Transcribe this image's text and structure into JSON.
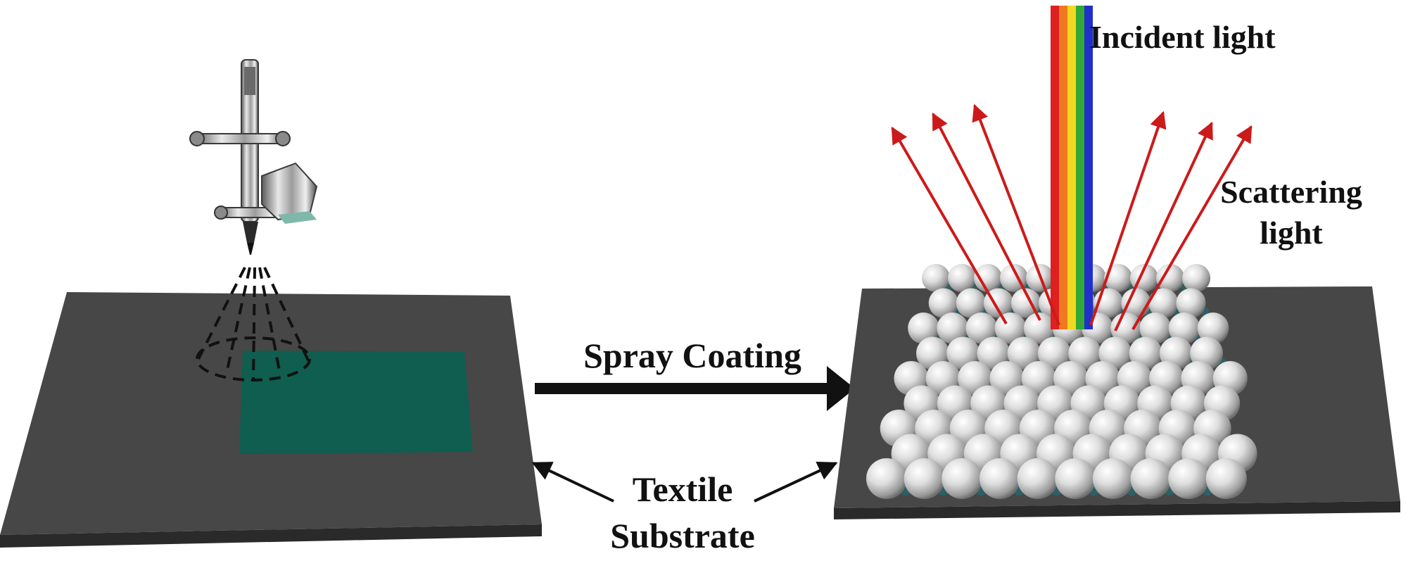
{
  "labels": {
    "incident_light": "Incident light",
    "scattering_light_line1": "Scattering",
    "scattering_light_line2": "light",
    "spray_coating": "Spray Coating",
    "textile_line1": "Textile",
    "textile_line2": "Substrate"
  },
  "colors": {
    "background": "#ffffff",
    "substrate_top": "#474747",
    "substrate_side": "#2a2a2a",
    "coating_patch": "#0f5e4f",
    "scatter_ray": "#cc1a1a",
    "arrow": "#111111",
    "particle": "#cfcfcf",
    "binder_dot": "#2e5f66",
    "spectrum": [
      "#e02020",
      "#f07820",
      "#f2d820",
      "#32a838",
      "#2030c8"
    ]
  },
  "icons": {
    "spray_gun": "airbrush-spray-gun-icon"
  }
}
